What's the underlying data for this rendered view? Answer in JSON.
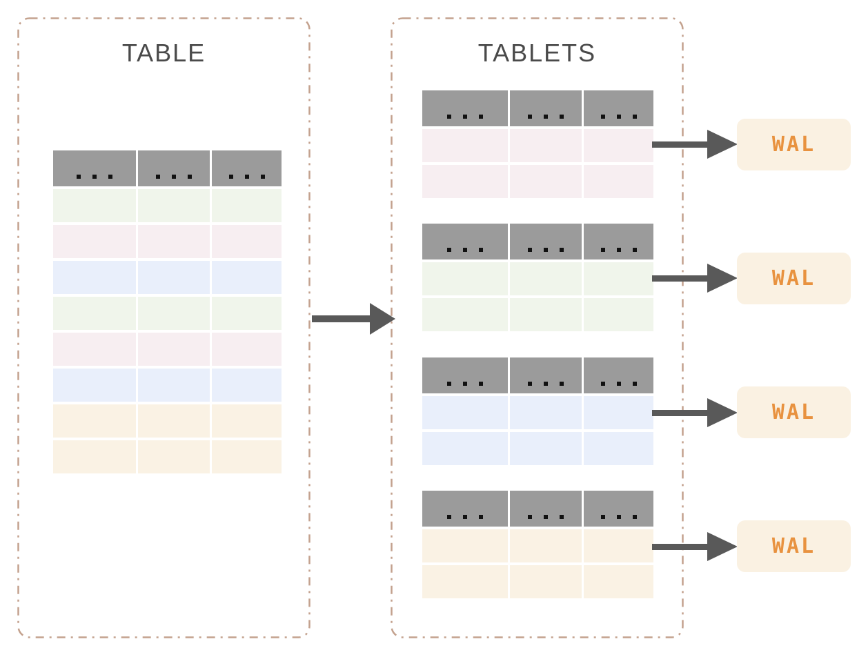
{
  "colors": {
    "background": "#ffffff",
    "panel_border": "#c3a18d",
    "title_text": "#4a4a4a",
    "header_gray": "#9b9b9b",
    "dot_black": "#111111",
    "arrow_gray": "#595959",
    "row_green": "#f0f5eb",
    "row_pink": "#f7eef1",
    "row_blue": "#e9effb",
    "row_cream": "#faf2e4",
    "wal_bg": "#faf1e2",
    "wal_text": "#e8923f"
  },
  "left_panel": {
    "title": "TABLE",
    "table": {
      "columns": 3,
      "header_icon": "ellipsis-dots",
      "rows": [
        "row_green",
        "row_pink",
        "row_blue",
        "row_green",
        "row_pink",
        "row_blue",
        "row_cream",
        "row_cream"
      ]
    }
  },
  "right_panel": {
    "title": "TABLETS",
    "tablets": [
      {
        "rows": [
          "row_pink",
          "row_pink"
        ]
      },
      {
        "rows": [
          "row_green",
          "row_green"
        ]
      },
      {
        "rows": [
          "row_blue",
          "row_blue"
        ]
      },
      {
        "rows": [
          "row_cream",
          "row_cream"
        ]
      }
    ]
  },
  "wal": {
    "label": "WAL",
    "count": 4
  }
}
